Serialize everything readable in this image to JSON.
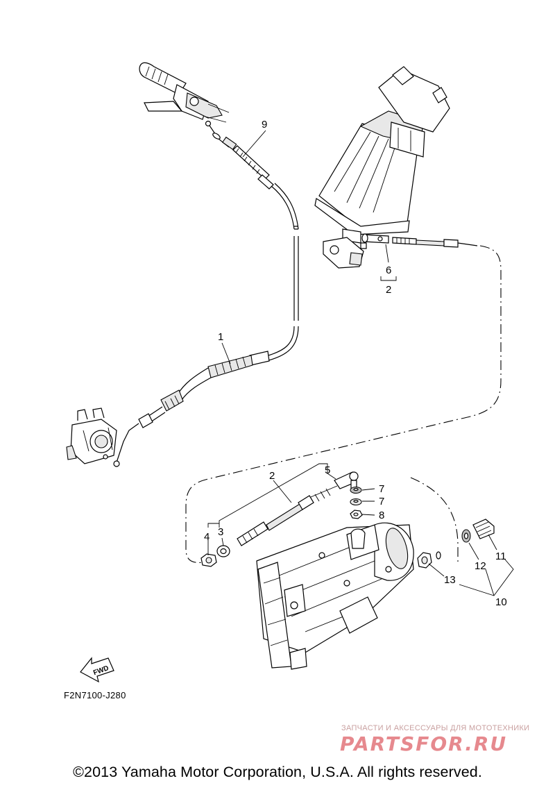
{
  "diagram": {
    "callouts": {
      "c1": "1",
      "c2a": "2",
      "c2b": "2",
      "c3": "3",
      "c4": "4",
      "c5": "5",
      "c6": "6",
      "c7a": "7",
      "c7b": "7",
      "c8": "8",
      "c9": "9",
      "c10": "10",
      "c11": "11",
      "c12": "12",
      "c13": "13"
    },
    "fwd_arrow_label": "FWD",
    "figure_code": "F2N7100-J280"
  },
  "watermark": {
    "tagline": "ЗАПЧАСТИ И АКСЕССУАРЫ ДЛЯ МОТОТЕХНИКИ",
    "brand": "PARTSFOR.RU",
    "brand_color": "#e06b72"
  },
  "footer": {
    "copyright": "©2013 Yamaha Motor Corporation, U.S.A. All rights reserved."
  }
}
